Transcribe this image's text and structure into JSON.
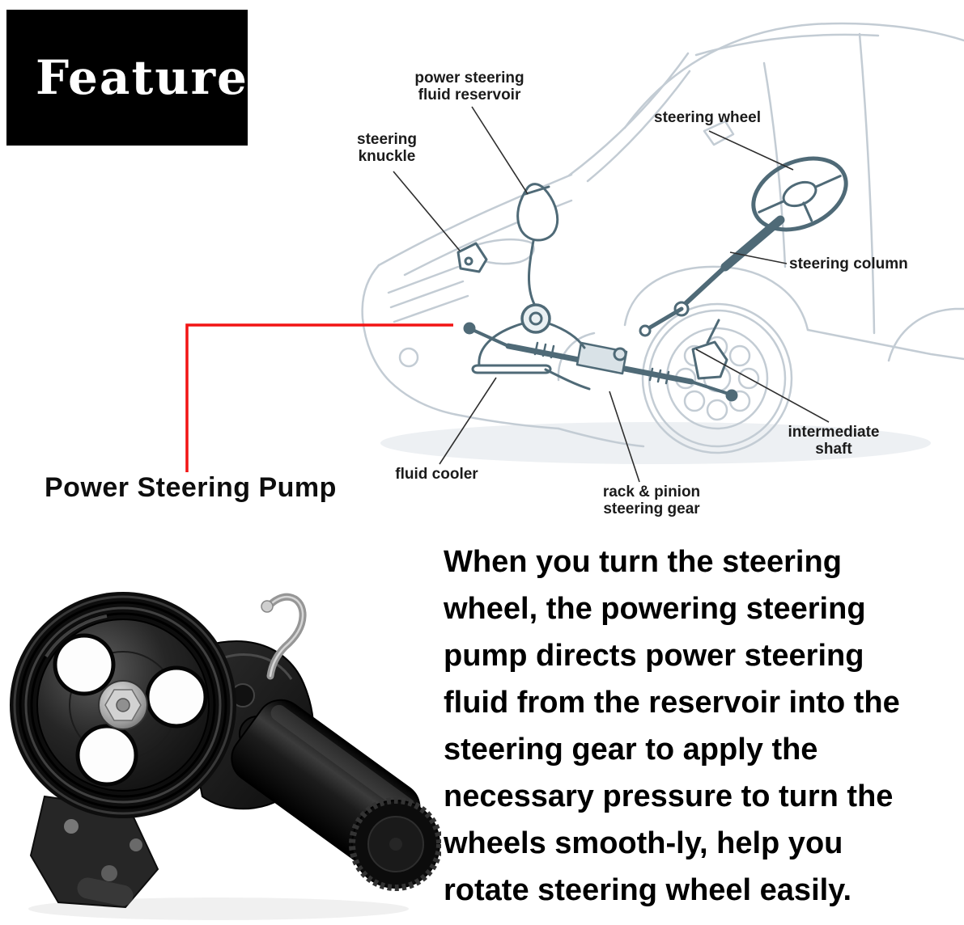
{
  "banner": {
    "title": "Feature"
  },
  "callout": {
    "label": "Power Steering Pump"
  },
  "diagram": {
    "labels": {
      "reservoir_line1": "power steering",
      "reservoir_line2": "fluid reservoir",
      "steering_wheel": "steering wheel",
      "knuckle_line1": "steering",
      "knuckle_line2": "knuckle",
      "steering_column": "steering column",
      "intermediate_line1": "intermediate",
      "intermediate_line2": "shaft",
      "fluid_cooler": "fluid cooler",
      "rack_line1": "rack & pinion",
      "rack_line2": "steering gear"
    }
  },
  "description": {
    "lines": [
      "When you turn the steering",
      "wheel, the powering steering",
      "pump directs power steering",
      "fluid from the reservoir into the",
      "steering gear to apply the",
      "necessary pressure to turn the",
      "wheels smooth-ly, help you",
      "rotate steering wheel easily."
    ]
  },
  "colors": {
    "banner_bg": "#000000",
    "banner_text": "#ffffff",
    "callout_line": "#f21414",
    "car_outline": "#c3ccd4",
    "steering_parts": "#4f6a77",
    "label_text": "#1b1b1b",
    "body_text": "#000000"
  }
}
